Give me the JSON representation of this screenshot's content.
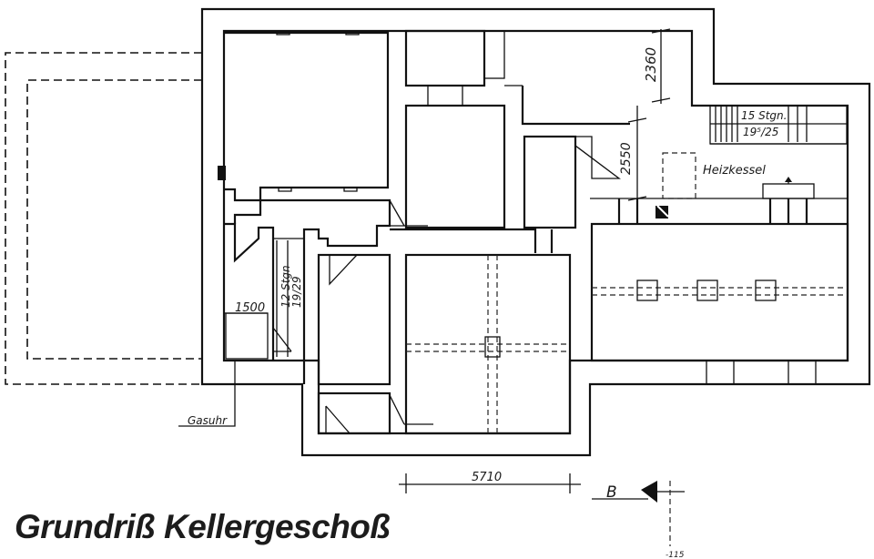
{
  "title": "Grundriß Kellergeschoß",
  "labels": {
    "heizkessel": "Heizkessel",
    "gasuhr": "Gasuhr",
    "stairs_upper_count": "15 Stgn.",
    "stairs_upper_size": "19⁵/25",
    "stairs_left_count": "12 Stgn",
    "stairs_left_size": "19/29",
    "section_marker": "B",
    "section_level": "-115"
  },
  "dimensions": {
    "d2360": "2360",
    "d2550": "2550",
    "d1500": "1500",
    "d5710": "5710"
  }
}
